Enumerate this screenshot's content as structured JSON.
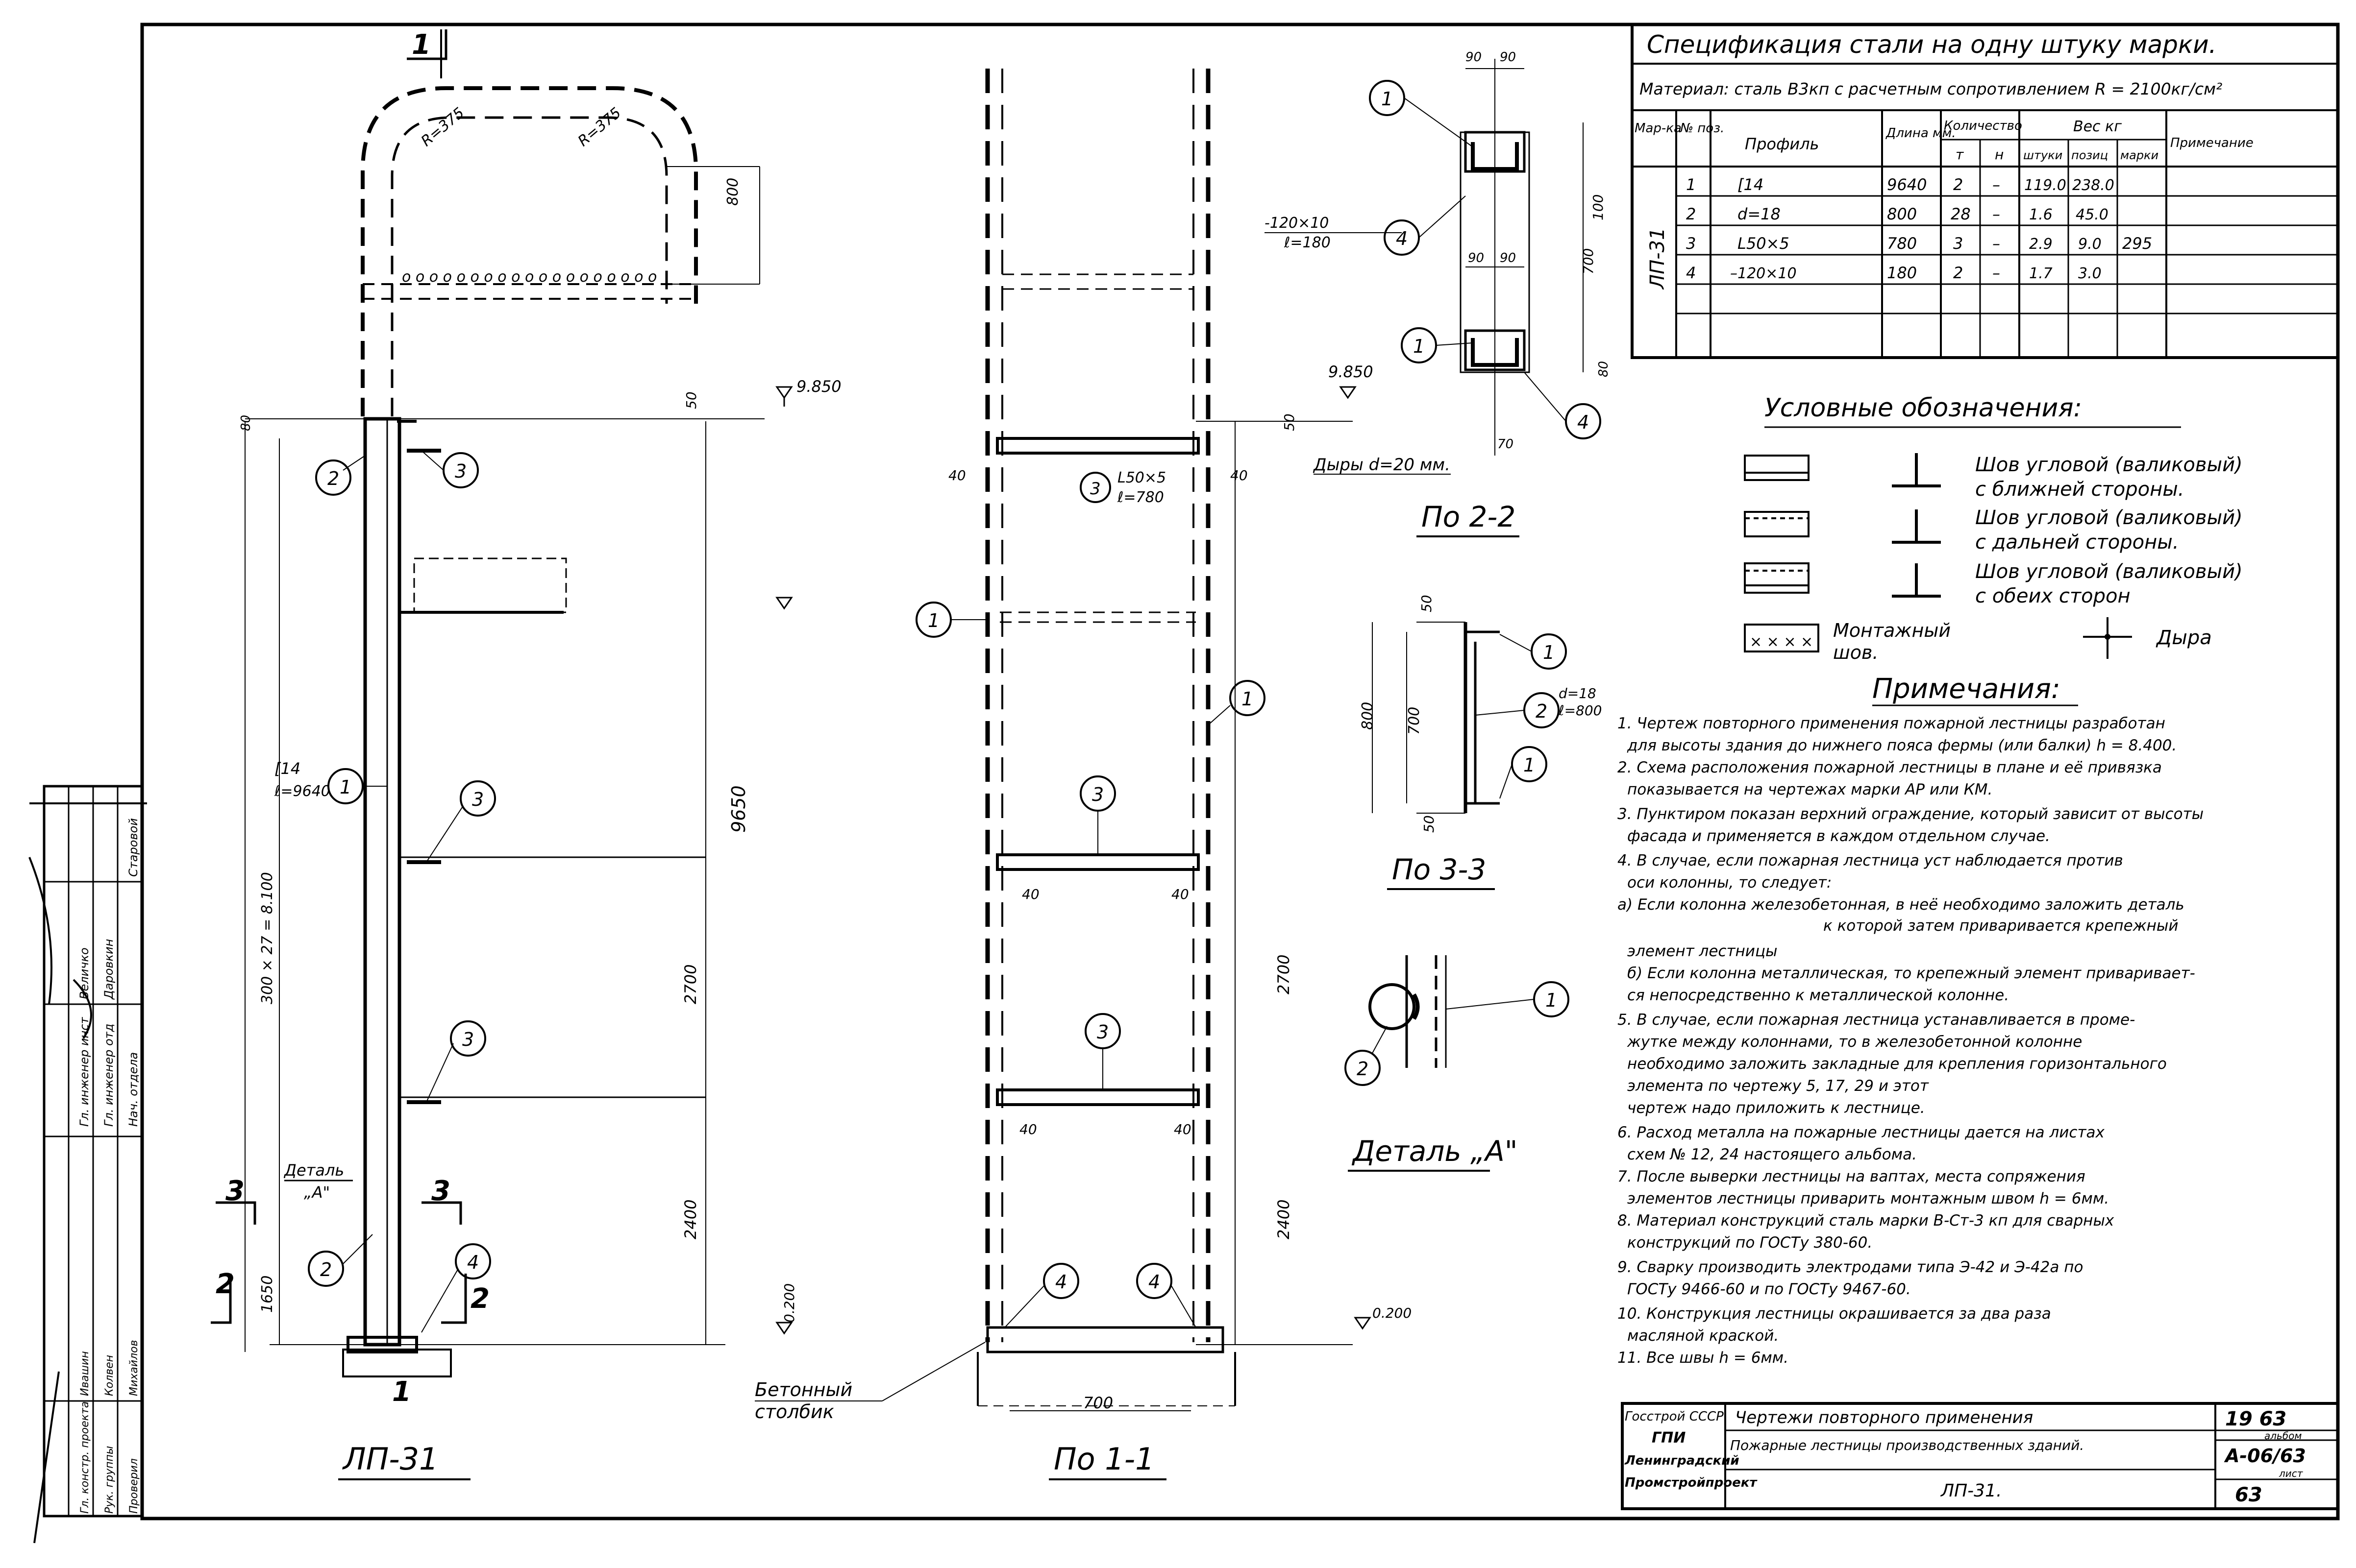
{
  "spec": {
    "title": "Спецификация стали на одну штуку марки.",
    "material": "Материал: сталь В3кп с расчетным сопротивлением R = 2100кг/см²",
    "headers": {
      "mark": "Мар-ка",
      "pos": "№ поз.",
      "profile": "Профиль",
      "length": "Длина мм.",
      "qty": "Количество",
      "qty_t": "т",
      "qty_n": "н",
      "weight": "Вес кг",
      "w_piece": "штуки",
      "w_pos": "позиц",
      "w_mark": "марки",
      "note": "Примечание"
    },
    "mark": "ЛП-31",
    "rows": [
      {
        "pos": "1",
        "profile": "[14",
        "length": "9640",
        "qty_t": "2",
        "qty_n": "–",
        "w_piece": "119.0",
        "w_pos": "238.0"
      },
      {
        "pos": "2",
        "profile": "d=18",
        "length": "800",
        "qty_t": "28",
        "qty_n": "–",
        "w_piece": "1.6",
        "w_pos": "45.0"
      },
      {
        "pos": "3",
        "profile": "L50×5",
        "length": "780",
        "qty_t": "3",
        "qty_n": "–",
        "w_piece": "2.9",
        "w_pos": "9.0"
      },
      {
        "pos": "4",
        "profile": "–120×10",
        "length": "180",
        "qty_t": "2",
        "qty_n": "–",
        "w_piece": "1.7",
        "w_pos": "3.0"
      }
    ],
    "mark_weight": "295"
  },
  "legend": {
    "title": "Условные обозначения:",
    "items": [
      {
        "l1": "Шов угловой (валиковый)",
        "l2": "с ближней стороны."
      },
      {
        "l1": "Шов угловой (валиковый)",
        "l2": "с дальней стороны."
      },
      {
        "l1": "Шов угловой (валиковый)",
        "l2": "с обеих сторон"
      }
    ],
    "mount": "Монтажный",
    "mount2": "шов.",
    "hole": "Дыра"
  },
  "notes": {
    "title": "Примечания:",
    "lines": [
      "1. Чертеж повторного применения пожарной лестницы разработан",
      "для высоты здания до нижнего пояса фермы (или балки) h = 8.400.",
      "2. Схема расположения пожарной лестницы в плане и её привязка",
      "показывается на чертежах марки АР или КМ.",
      "3. Пунктиром показан верхний ограждение, который зависит от высоты",
      "фасада и применяется в каждом отдельном случае.",
      "4. В случае, если пожарная лестница уст наблюдается против",
      "оси колонны, то следует:",
      "а) Если колонна железобетонная, в неё необходимо заложить деталь",
      "к которой затем приваривается крепежный",
      "элемент лестницы",
      "б) Если колонна металлическая, то крепежный элемент приваривает-",
      "ся непосредственно к металлической колонне.",
      "5. В случае, если пожарная лестница устанавливается в проме-",
      "жутке между колоннами, то в железобетонной колонне",
      "необходимо заложить закладные для крепления горизонтального",
      "элемента по чертежу 5, 17, 29       и этот",
      "чертеж надо приложить к лестнице.",
      "6. Расход металла на пожарные лестницы дается на листах",
      "схем № 12, 24          настоящего альбома.",
      "7. После выверки лестницы на ваптах, места сопряжения",
      "элементов лестницы приварить монтажным швом h = 6мм.",
      "8. Материал конструкций сталь марки В-Ст-3 кп для сварных",
      "конструкций по ГОСТу 380-60.",
      "9. Сварку производить электродами типа Э-42 и Э-42а по",
      "ГОСТу 9466-60 и по ГОСТу 9467-60.",
      "10. Конструкция лестницы окрашивается за два раза",
      "масляной краской.",
      "11. Все швы h = 6мм."
    ]
  },
  "views": {
    "lp31": "ЛП-31",
    "s11": "По 1-1",
    "s22": "По 2-2",
    "s33": "По 3-3",
    "detail": "Деталь „А\""
  },
  "labels": {
    "elev_top": "9.850",
    "elev_top2": "9.850",
    "elev_bot": "0.200",
    "elev_bot2": "0.200",
    "dim_9650": "9650",
    "dim_300x27": "300 × 27 = 8.100",
    "dim_2700a": "2700",
    "dim_2400a": "2400",
    "dim_2700b": "2700",
    "dim_2400b": "2400",
    "dim_1650": "1650",
    "dim_800": "800",
    "dim_50a": "50",
    "dim_50b": "50",
    "dim_700": "700",
    "r1": "R=375",
    "r2": "R=375",
    "c14": "[14",
    "c14b": "ℓ=9640",
    "l50": "L50×5",
    "l50b": "ℓ=780",
    "d18": "d=18",
    "d18b": "ℓ=800",
    "pl": "-120×10",
    "plb": "ℓ=180",
    "holes": "Дыры d=20 мм.",
    "detailA": "Деталь",
    "detailA2": "„А\"",
    "concrete": "Бетонный",
    "concrete2": "столбик",
    "d40": "40",
    "d90": "90",
    "d70": "70",
    "d100": "100",
    "d80": "80",
    "d20": "20",
    "sec2": "2",
    "sec3": "3",
    "sec1": "1",
    "d800v": "800"
  },
  "titleblock": {
    "org1": "Госстрой СССР",
    "org2": "ГПИ",
    "org3": "Ленинградский",
    "org4": "Промстройпроект",
    "t1": "Чертежи повторного применения",
    "t2": "Пожарные лестницы производственных зданий.",
    "t3": "ЛП-31.",
    "year": "19 63",
    "album_label": "альбом",
    "album": "А-06/63",
    "sheet_label": "лист",
    "sheet": "63"
  },
  "sidestamp": {
    "rows": [
      [
        "Гл. инженер инст",
        "Величко"
      ],
      [
        "Гл. инженер отд",
        "Даровкин"
      ],
      [
        "Нач. отдела",
        "Старовой"
      ],
      [
        "Гл. констр. проекта",
        "Ивашин"
      ],
      [
        "Рук. группы",
        "Колвен"
      ],
      [
        "Проверил",
        "Михайлов"
      ]
    ]
  }
}
